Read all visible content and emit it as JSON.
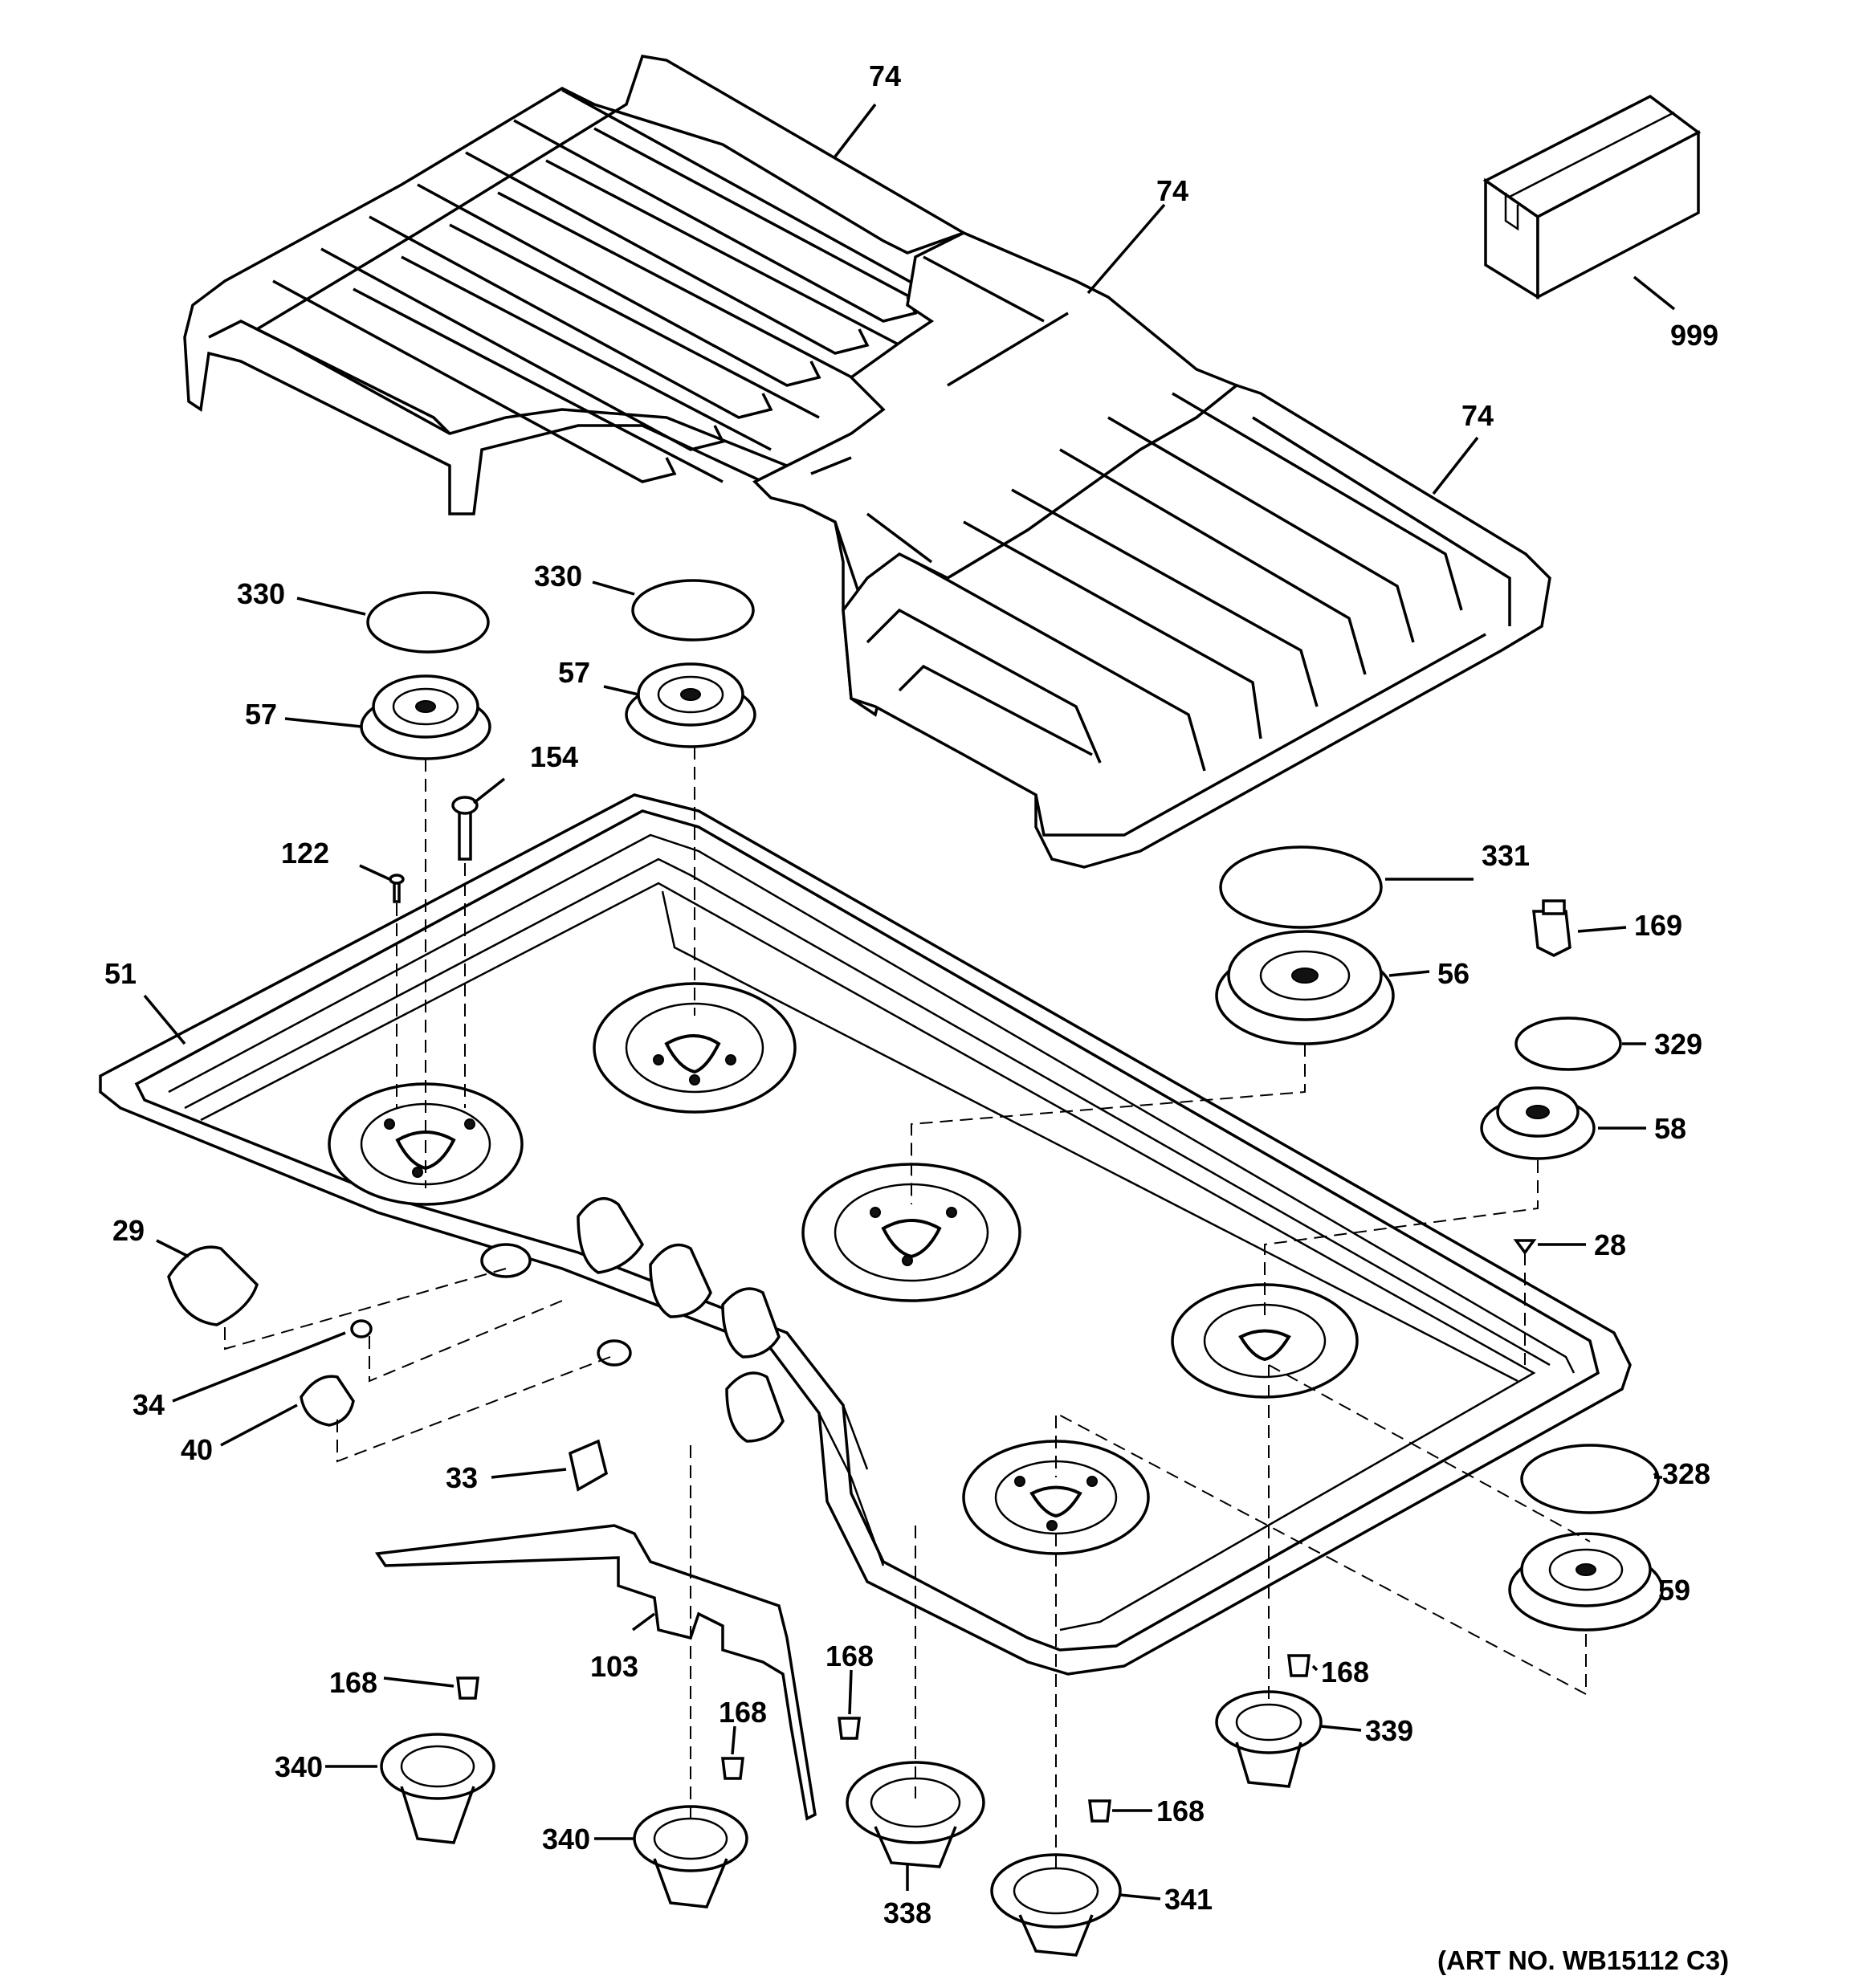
{
  "art_number": "(ART NO. WB15112 C3)",
  "callouts": {
    "grate_left": "74",
    "grate_center": "74",
    "grate_right": "74",
    "package": "999",
    "cap_330_a": "330",
    "cap_330_b": "330",
    "head_57_a": "57",
    "head_57_b": "57",
    "screw_154": "154",
    "screw_122": "122",
    "cooktop_51": "51",
    "cap_331": "331",
    "ignitor_169": "169",
    "head_56": "56",
    "cap_329": "329",
    "head_58": "58",
    "screw_28": "28",
    "knob_29": "29",
    "spring_34": "34",
    "knob_40": "40",
    "switch_33": "33",
    "cap_328": "328",
    "head_59": "59",
    "bracket_103": "103",
    "electrode_168_a": "168",
    "electrode_168_b": "168",
    "electrode_168_c": "168",
    "electrode_168_d": "168",
    "electrode_168_e": "168",
    "base_339": "339",
    "base_340_a": "340",
    "base_340_b": "340",
    "base_338": "338",
    "base_341": "341"
  },
  "icons": {
    "package": "cardboard-box-icon"
  }
}
